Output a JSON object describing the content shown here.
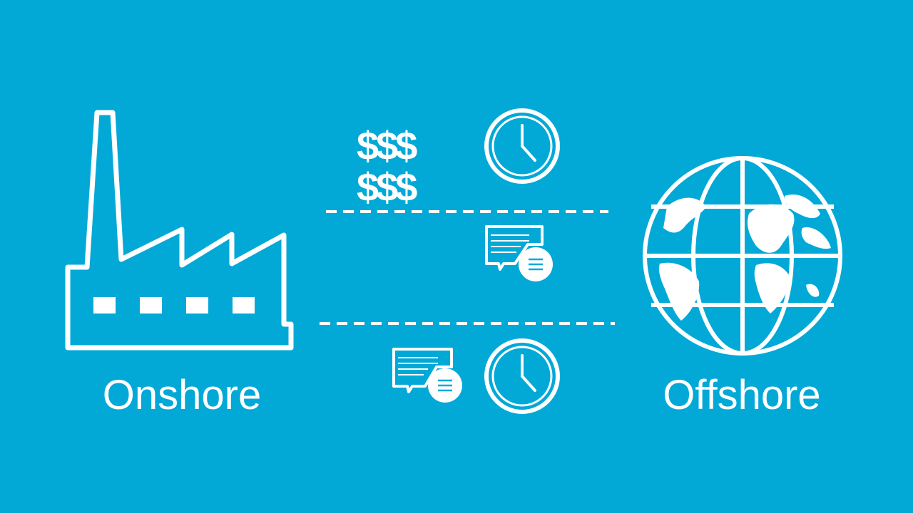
{
  "colors": {
    "background": "#02A9D7",
    "foreground": "#FFFFFF"
  },
  "labels": {
    "onshore": "Onshore",
    "offshore": "Offshore"
  },
  "cost_symbols": {
    "row1": "$$$",
    "row2": "$$$"
  },
  "icons": [
    "factory-icon",
    "globe-icon",
    "clock-icon",
    "chat-bubbles-icon",
    "dashed-divider"
  ]
}
